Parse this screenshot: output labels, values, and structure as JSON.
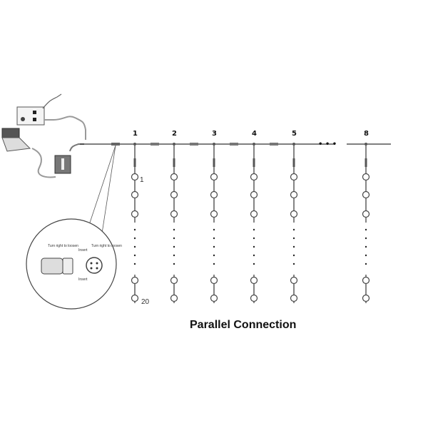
{
  "title": "Parallel Connection",
  "columns": [
    "1",
    "2",
    "3",
    "4",
    "5",
    "8"
  ],
  "ellipsis": "• • •",
  "bulb_first_label": "1",
  "bulb_last_label": "20",
  "detail": {
    "turn_left_label": "Turn right to loosen",
    "turn_right_label": "Turn right to loosen",
    "insert_top": "Insert",
    "insert_bottom": "Insert"
  },
  "colors": {
    "line": "#333333",
    "bulb_stroke": "#444444"
  }
}
